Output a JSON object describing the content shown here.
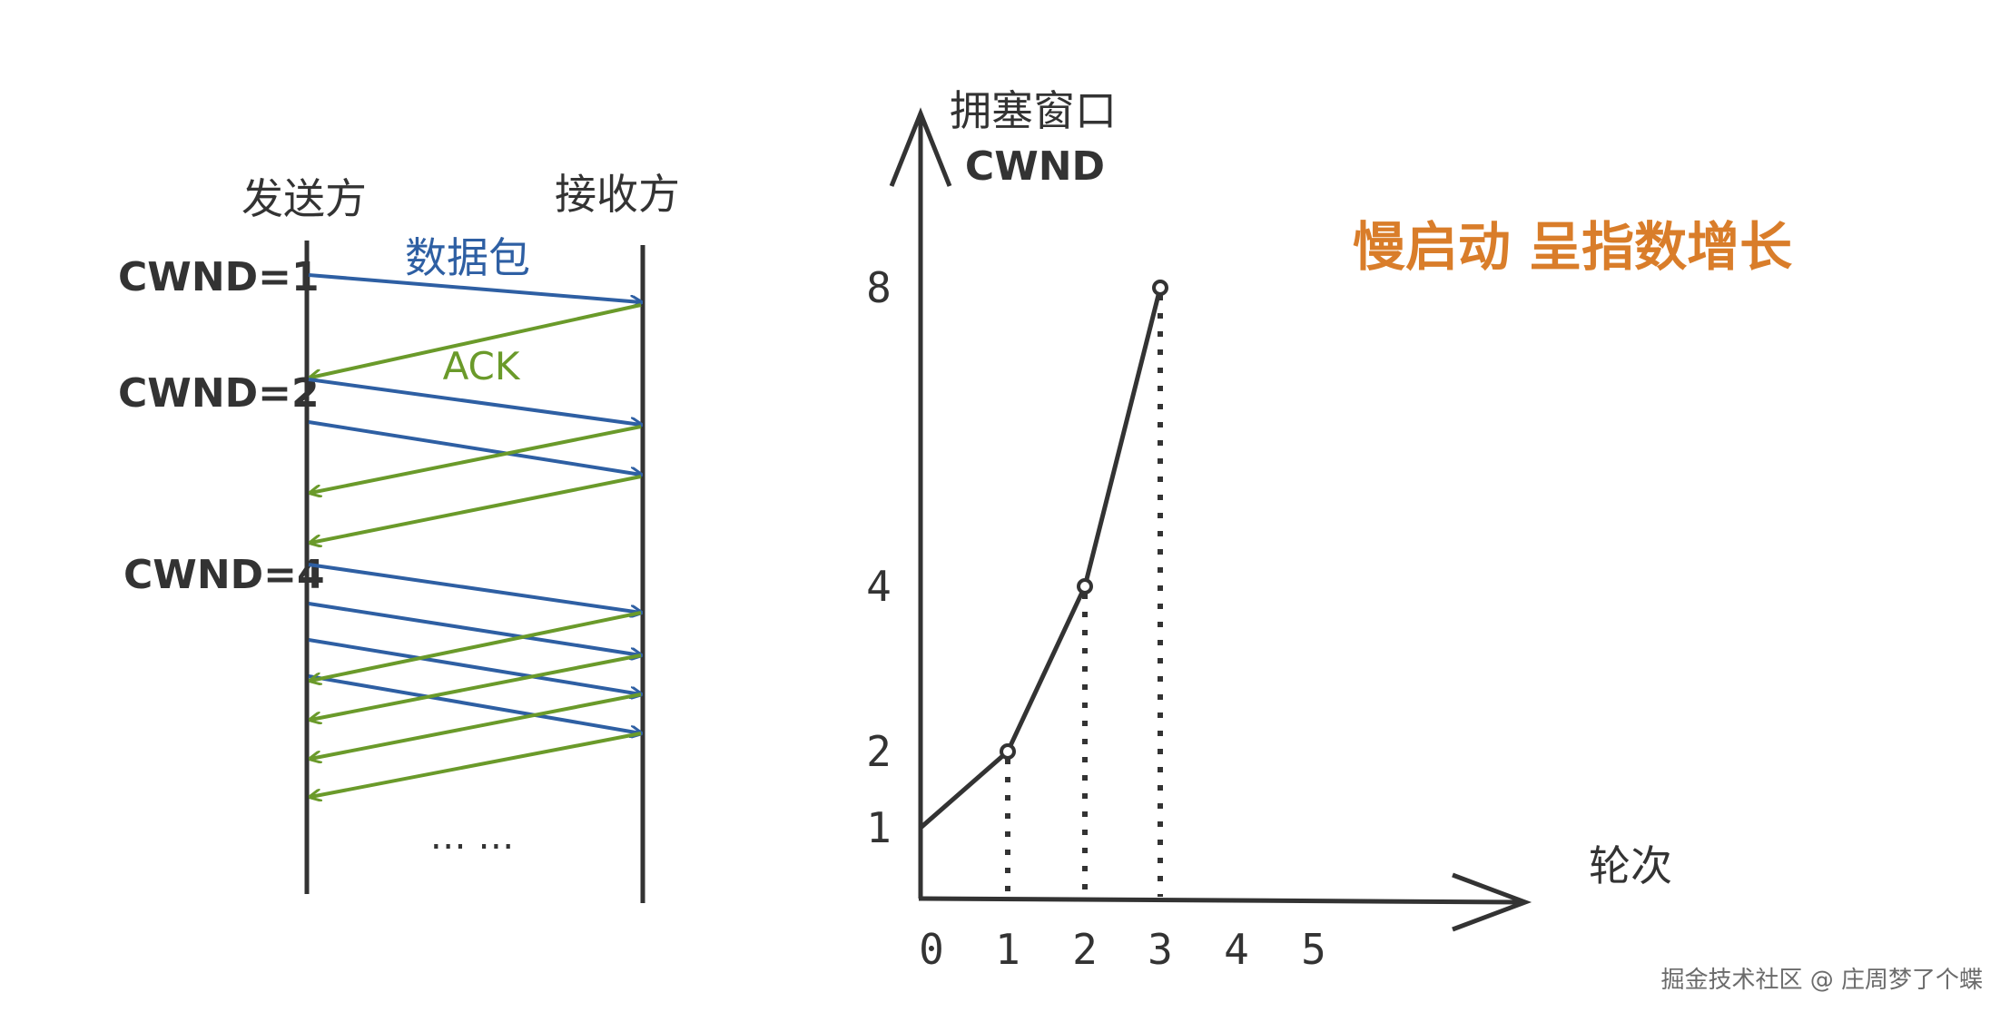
{
  "colors": {
    "ink": "#333333",
    "data_packet": "#2e5fa3",
    "ack": "#6a9a2a",
    "title": "#d97d2a",
    "watermark": "#6b6b6b"
  },
  "sequence_diagram": {
    "sender_label": "发送方",
    "receiver_label": "接收方",
    "data_label": "数据包",
    "ack_label": "ACK",
    "ellipsis": "… …",
    "cwnd_labels": [
      "CWND=1",
      "CWND=2",
      "CWND=4"
    ]
  },
  "chart": {
    "title": "慢启动 呈指数增长",
    "y_axis_label_line1": "拥塞窗口",
    "y_axis_label_line2": "CWND",
    "x_axis_label": "轮次"
  },
  "chart_data": {
    "type": "line",
    "title": "慢启动 呈指数增长",
    "xlabel": "轮次",
    "ylabel": "拥塞窗口 CWND",
    "x_ticks": [
      "0",
      "1",
      "2",
      "3",
      "4",
      "5"
    ],
    "y_ticks": [
      "1",
      "2",
      "4",
      "8"
    ],
    "series": [
      {
        "x": [
          0,
          1,
          2,
          3
        ],
        "y": [
          1,
          2,
          4,
          8
        ]
      }
    ],
    "markers_at": [
      1,
      2,
      3
    ],
    "dotted_drop_lines": true,
    "grid": false
  },
  "watermark": "掘金技术社区 @ 庄周梦了个蝶"
}
